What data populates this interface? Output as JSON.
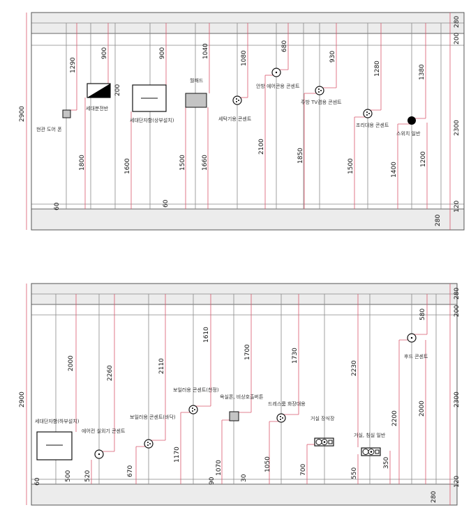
{
  "elevation_top": {
    "labels": {
      "door_phone": "현관 도어 폰",
      "distribution_panel": "세대분전반",
      "terminal_box_upper": "세대단자함(상부설치)",
      "wallpad": "월패드",
      "washer_outlet": "세탁기용 콘센트",
      "master_aircon_outlet": "안방 에어콘용 콘센트",
      "kitchen_tv_outlet": "주방 TV겸용 콘센트",
      "counter_outlet": "조리대용 콘센트",
      "switch_general": "스위치 일반"
    },
    "dims": {
      "total_height": "2900",
      "top_band": "280",
      "top_gap": "200",
      "mid_span": "2300",
      "bottom_band": "120",
      "floor": "280",
      "d1290": "1290",
      "d900a": "900",
      "d200": "200",
      "d900b": "900",
      "d1040": "1040",
      "d1080": "1080",
      "d680": "680",
      "d930": "930",
      "d1280": "1280",
      "d1380": "1380",
      "d1800": "1800",
      "d1600": "1600",
      "d1500a": "1500",
      "d1660": "1660",
      "d2100": "2100",
      "d1850": "1850",
      "d1500b": "1500",
      "d1400": "1400",
      "d1200": "1200",
      "d60a": "60",
      "d60b": "60"
    }
  },
  "elevation_bottom": {
    "labels": {
      "terminal_box_lower": "세대단자함(하부설치)",
      "aircon_outdoor_outlet": "에어컨 실외기 콘센트",
      "boiler_outlet_floor": "보일러용 콘센트(바닥)",
      "boiler_outlet_ceiling": "보일러용 콘센트(천정)",
      "bath_phone": "욕실폰, 비상호출버튼",
      "dressroom_outlet": "드레스룸 화장대용",
      "living_cabinet": "거실 장식장",
      "living_bedroom_general": "거실, 침실 일반",
      "hood_outlet": "후드 콘센트"
    },
    "dims": {
      "total_height": "2900",
      "top_band": "280",
      "top_gap": "200",
      "mid_span": "2300",
      "bottom_band": "120",
      "floor": "280",
      "d2000a": "2000",
      "d2260": "2260",
      "d2110": "2110",
      "d1610": "1610",
      "d1700": "1700",
      "d1730": "1730",
      "d2230": "2230",
      "d580": "580",
      "d2200": "2200",
      "d2000b": "2000",
      "d60": "60",
      "d500": "500",
      "d520": "520",
      "d670": "670",
      "d1170": "1170",
      "d90": "90",
      "d1070": "1070",
      "d30": "30",
      "d1050": "1050",
      "d700": "700",
      "d550": "550",
      "d350": "350"
    }
  }
}
